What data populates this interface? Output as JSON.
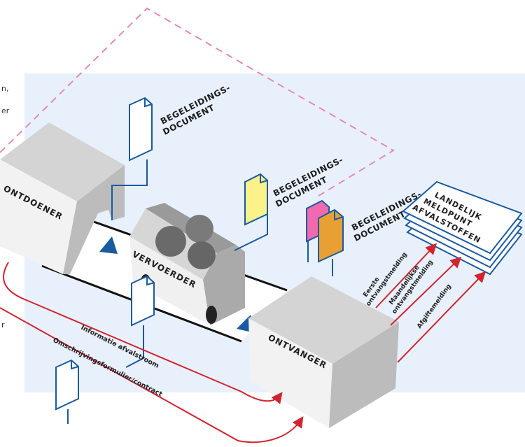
{
  "left_snippets": [
    "n,",
    "er",
    "r"
  ],
  "boxes": {
    "ontdoener": "ONTDOENER",
    "vervoerder": "VERVOERDER",
    "ontvanger": "ONTVANGER"
  },
  "docs": {
    "doc1": [
      "BEGELEIDINGS-",
      "DOCUMENT"
    ],
    "doc2": [
      "BEGELEIDINGS-",
      "DOCUMENT"
    ],
    "doc3": [
      "BEGELEIDINGS-",
      "DOCUMENT"
    ]
  },
  "lmas": [
    "LANDELIJK",
    "MELDPUNT",
    "AFVALSTOFFEN"
  ],
  "messages": {
    "eerste": [
      "Eerste",
      "ontvangstmelding"
    ],
    "maandelijkse": [
      "Maandelijkse",
      "ontvangstmelding"
    ],
    "afgifte": "Afgiftemelding"
  },
  "flows": {
    "informatie": "Informatie afvalstroom",
    "omschrijving": "Omschrijvingsformulier/contract"
  },
  "colors": {
    "panel": "#e8f1fb",
    "blue": "#1a5aa0",
    "red": "#d12430",
    "pink_dash": "#e58bb4",
    "yellow_doc": "#fbf28c",
    "pink_doc": "#f06ab0",
    "orange_doc": "#e8a035"
  }
}
